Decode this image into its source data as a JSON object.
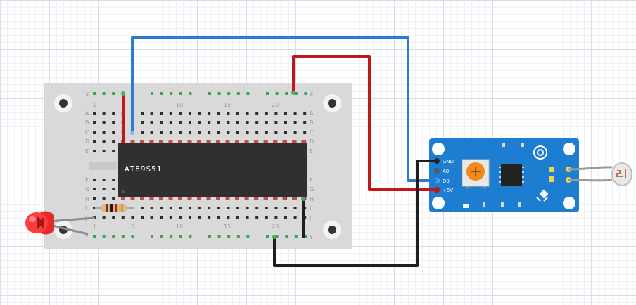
{
  "chip": {
    "label": "AT89S51"
  },
  "breadboard": {
    "row_letters_top": [
      "X",
      "A",
      "B",
      "C",
      "D",
      "E"
    ],
    "row_letters_bottom": [
      "F",
      "G",
      "H",
      "I",
      "J",
      "Y"
    ],
    "column_numbers": [
      "1",
      "5",
      "10",
      "15",
      "20"
    ]
  },
  "sensor_module": {
    "pins": [
      "GND",
      "A0",
      "D0",
      "+5V"
    ]
  },
  "colors": {
    "wire_blue": "#2b7bd1",
    "wire_red": "#c0171b",
    "wire_black": "#1e1e1e",
    "module_blue": "#1d7ed1",
    "led_red": "#e52b2b"
  }
}
